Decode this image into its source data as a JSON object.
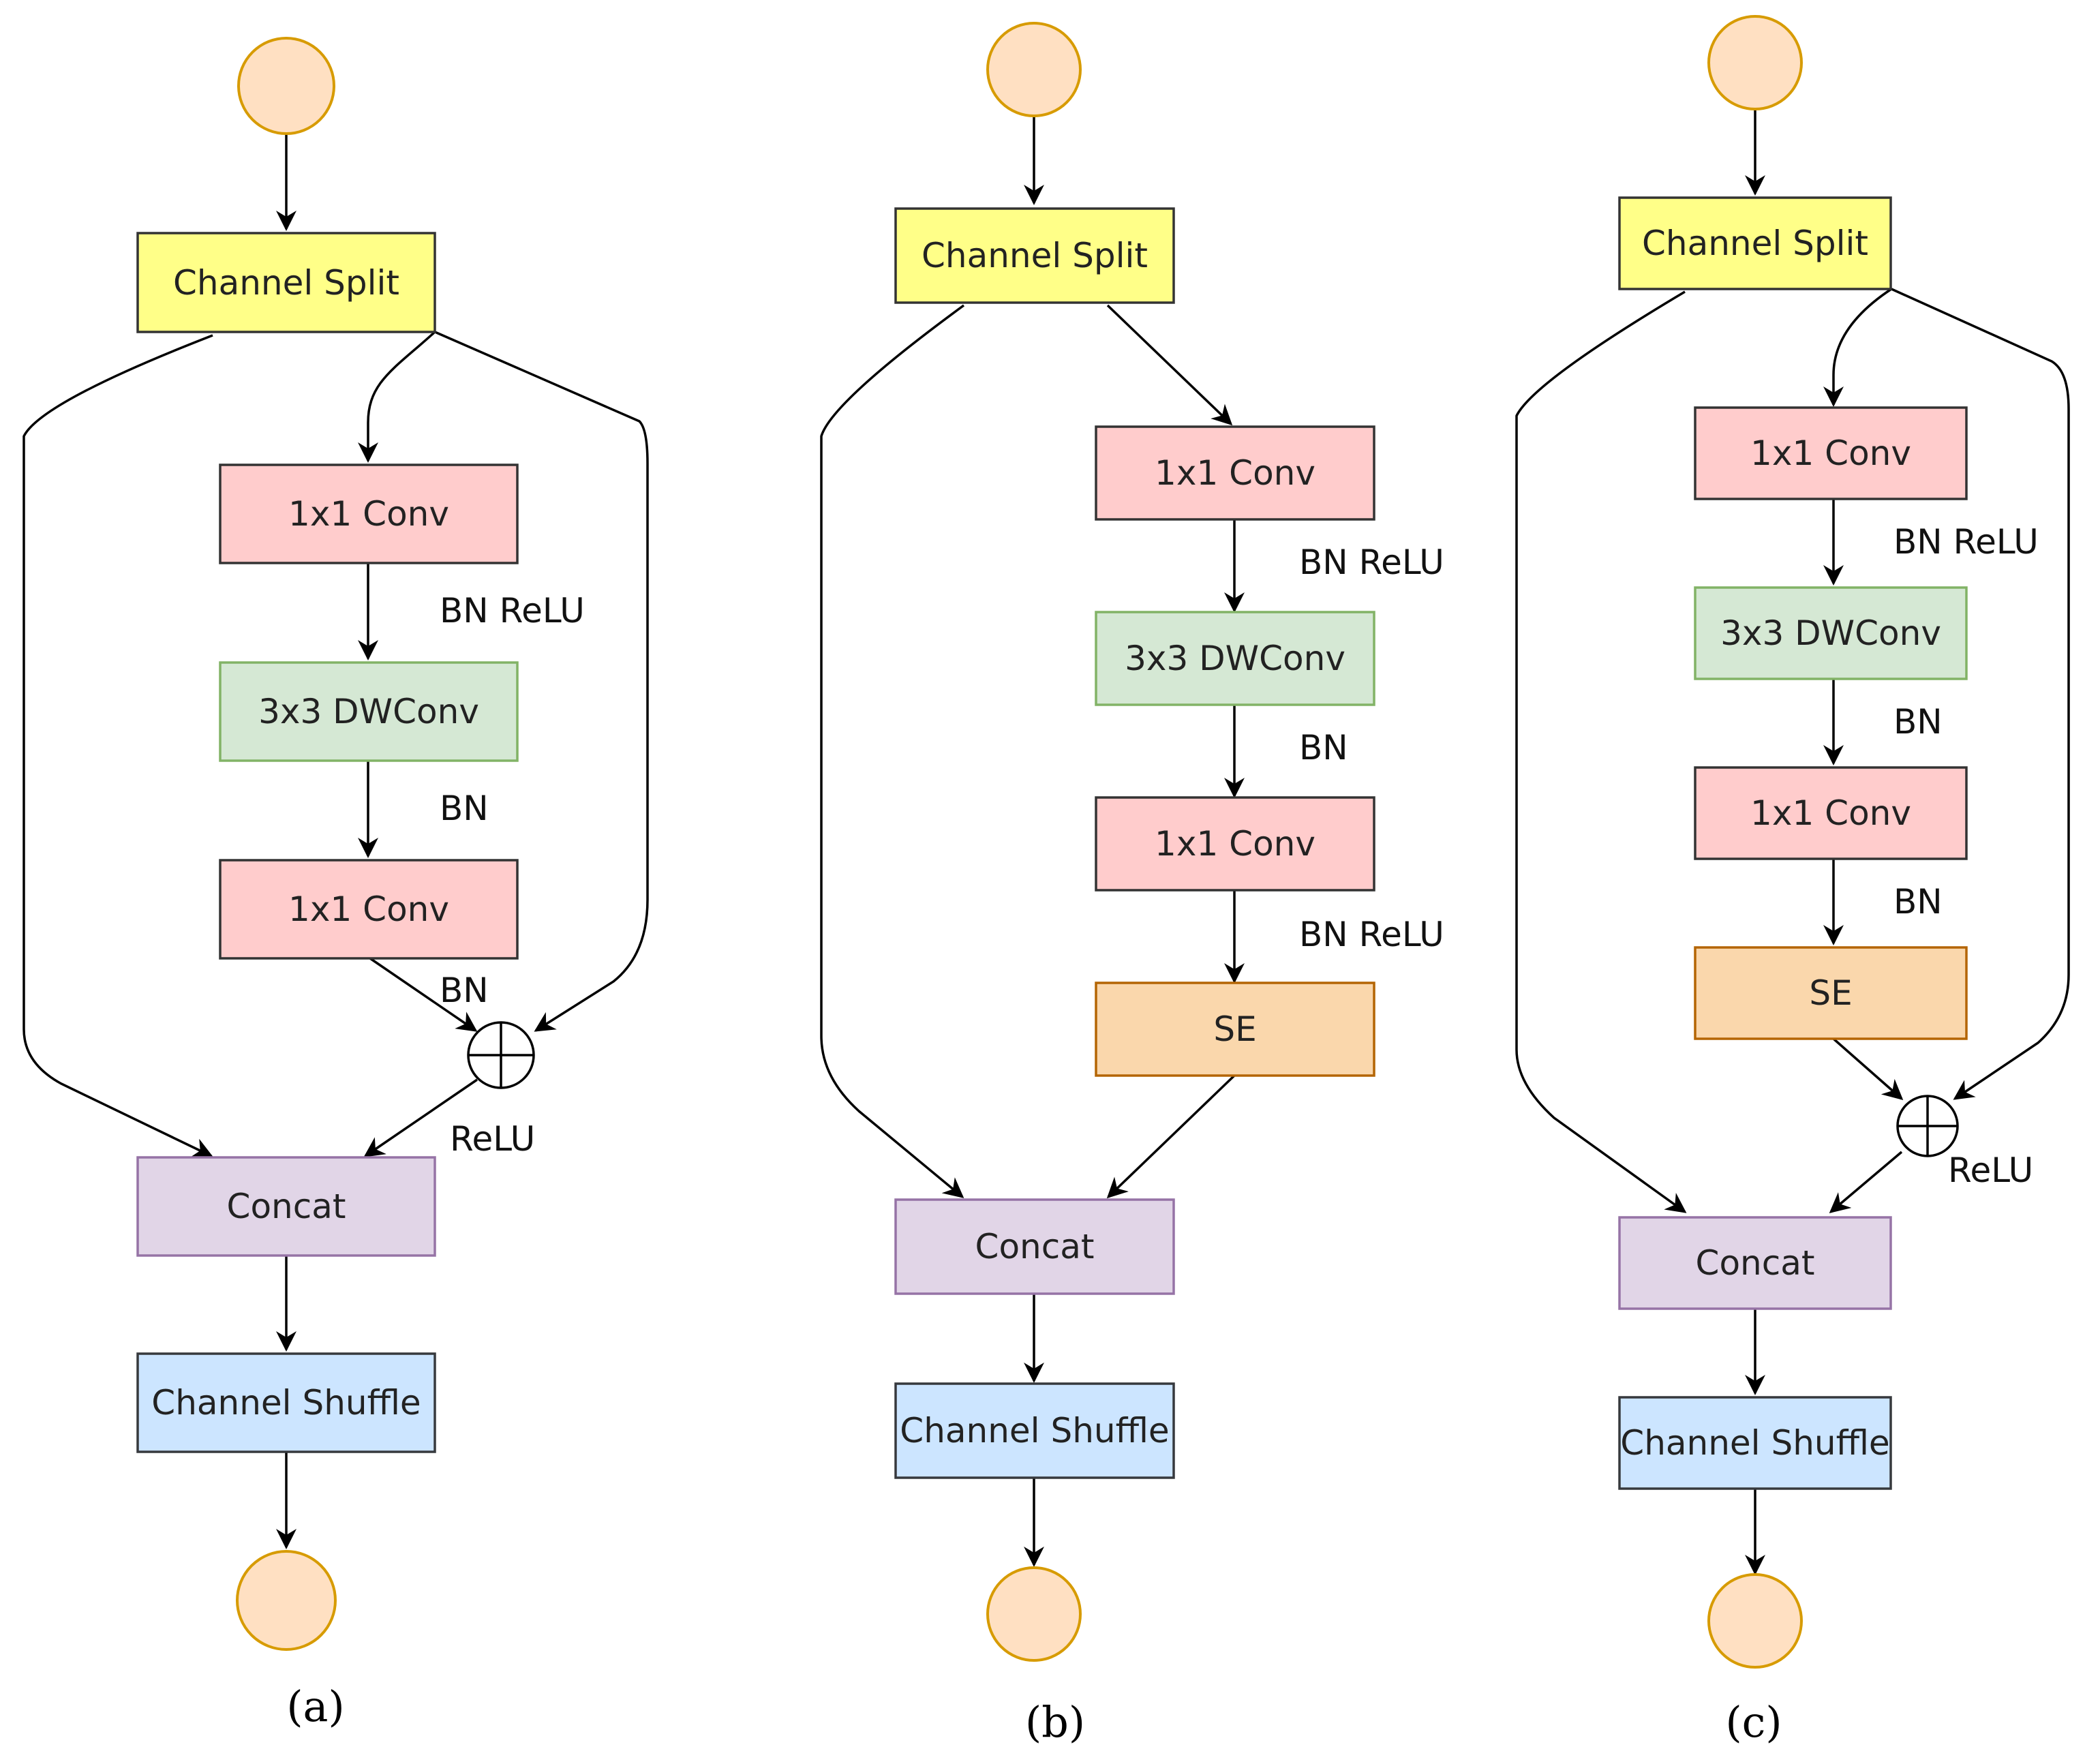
{
  "colors": {
    "circle_fill": "#FFE0C2",
    "circle_stroke": "#D79B00",
    "split_fill": "#FFFF88",
    "split_stroke": "#333333",
    "conv_fill": "#FFCCCC",
    "conv_stroke": "#333333",
    "dw_fill": "#D5E8D4",
    "dw_stroke": "#82B366",
    "se_fill": "#FAD7AC",
    "se_stroke": "#B46504",
    "concat_fill": "#E1D5E7",
    "concat_stroke": "#9673A6",
    "shuffle_fill": "#CCE5FF",
    "shuffle_stroke": "#36393D"
  },
  "diagrams": [
    {
      "caption": "(a)",
      "nodes": {
        "split": "Channel Split",
        "conv1": "1x1 Conv",
        "dwconv": "3x3 DWConv",
        "conv2": "1x1 Conv",
        "concat": "Concat",
        "shuffle": "Channel Shuffle"
      },
      "labels": {
        "bn_relu": "BN ReLU",
        "bn": "BN",
        "bn2": "BN",
        "relu": "ReLU"
      }
    },
    {
      "caption": "(b)",
      "nodes": {
        "split": "Channel Split",
        "conv1": "1x1 Conv",
        "dwconv": "3x3 DWConv",
        "conv2": "1x1 Conv",
        "se": "SE",
        "concat": "Concat",
        "shuffle": "Channel Shuffle"
      },
      "labels": {
        "bn_relu": "BN ReLU",
        "bn": "BN",
        "bn_relu2": "BN ReLU"
      }
    },
    {
      "caption": "(c)",
      "nodes": {
        "split": "Channel Split",
        "conv1": "1x1 Conv",
        "dwconv": "3x3 DWConv",
        "conv2": "1x1 Conv",
        "se": "SE",
        "concat": "Concat",
        "shuffle": "Channel Shuffle"
      },
      "labels": {
        "bn_relu": "BN ReLU",
        "bn": "BN",
        "bn2": "BN",
        "relu": "ReLU"
      }
    }
  ]
}
